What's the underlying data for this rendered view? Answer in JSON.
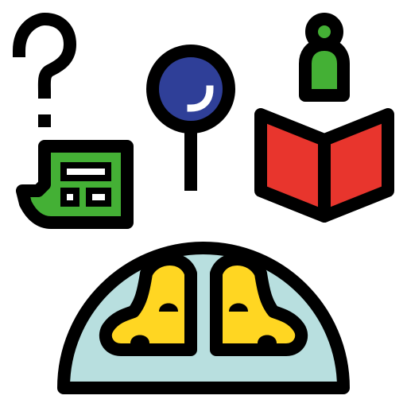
{
  "image": {
    "kind": "icon-illustration",
    "icons": [
      {
        "id": "question-mark",
        "semantic": "question-mark-icon"
      },
      {
        "id": "pushpin",
        "semantic": "pushpin-icon"
      },
      {
        "id": "person",
        "semantic": "person-icon"
      },
      {
        "id": "chat-card",
        "semantic": "chat-card-icon"
      },
      {
        "id": "open-book",
        "semantic": "open-book-icon"
      },
      {
        "id": "globe-map",
        "semantic": "globe-map-icon"
      }
    ]
  },
  "colors": {
    "outline": "#000000",
    "blue": "#2f3f98",
    "green": "#44b035",
    "red": "#e8352d",
    "yellow": "#ffd622",
    "water": "#b8dfdf",
    "white": "#ffffff"
  }
}
